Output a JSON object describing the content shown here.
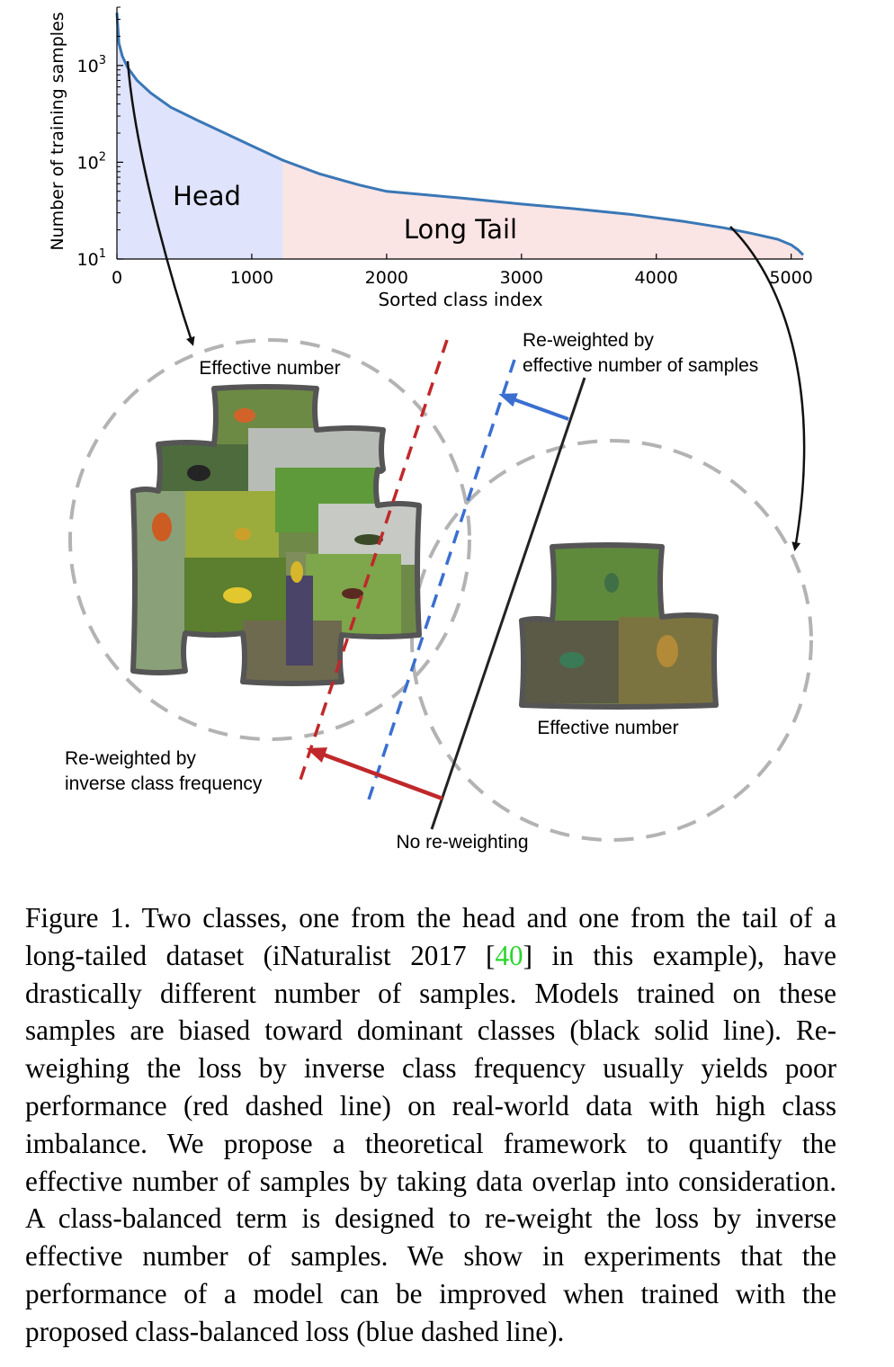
{
  "chart_data": {
    "type": "area",
    "xlabel": "Sorted class index",
    "ylabel": "Number of training samples",
    "yscale": "log",
    "xlim": [
      0,
      5089
    ],
    "ylim": [
      10,
      4000
    ],
    "xticks": [
      "0",
      "1000",
      "2000",
      "3000",
      "4000",
      "5000"
    ],
    "yticks": [
      {
        "base": "10",
        "exp": "3"
      },
      {
        "base": "10",
        "exp": "2"
      },
      {
        "base": "10",
        "exp": "1"
      }
    ],
    "regions": [
      {
        "label": "Head",
        "x_range": [
          0,
          1230
        ],
        "color": "#dfe3fb"
      },
      {
        "label": "Long Tail",
        "x_range": [
          1230,
          5089
        ],
        "color": "#fbe4e4"
      }
    ],
    "series": [
      {
        "color": "#3a77b6",
        "x": [
          0,
          15,
          40,
          80,
          150,
          250,
          400,
          600,
          800,
          1000,
          1230,
          1500,
          1800,
          2000,
          2300,
          2600,
          3000,
          3400,
          3800,
          4200,
          4500,
          4700,
          4900,
          5000,
          5050,
          5089
        ],
        "y": [
          3500,
          1700,
          1250,
          950,
          700,
          520,
          370,
          270,
          200,
          148,
          105,
          76,
          58,
          50,
          46,
          42,
          37,
          33,
          29,
          24.5,
          21,
          18.5,
          16,
          14,
          12.5,
          11
        ]
      }
    ]
  },
  "diagram": {
    "effective_number_label": "Effective number",
    "reweight_effective_label": [
      "Re-weighted by",
      "effective number of samples"
    ],
    "reweight_inverse_label": [
      "Re-weighted by",
      "inverse class frequency"
    ],
    "no_reweight_label": "No re-weighting",
    "colors": {
      "red": "#c0282b",
      "blue": "#3a6fd0",
      "black": "#222222",
      "circle": "#b3b3b3",
      "blob": "#555555"
    },
    "head_images": 10,
    "tail_images": 3
  },
  "caption": {
    "before": "Figure 1. Two classes, one from the head and one from the tail of a long-tailed dataset (iNaturalist 2017 [",
    "ref": "40",
    "after": "] in this example), have drastically different number of samples. Models trained on these samples are biased toward dominant classes (black solid line). Re­weighing the loss by inverse class frequency usually yields poor performance (red dashed line) on real-world data with high class imbalance. We propose a theoretical framework to quantify the effective number of samples by taking data overlap into consider­ation. A class-balanced term is designed to re-weight the loss by inverse effective number of samples. We show in experiments that the performance of a model can be improved when trained with the proposed class-balanced loss (blue dashed line)."
  }
}
